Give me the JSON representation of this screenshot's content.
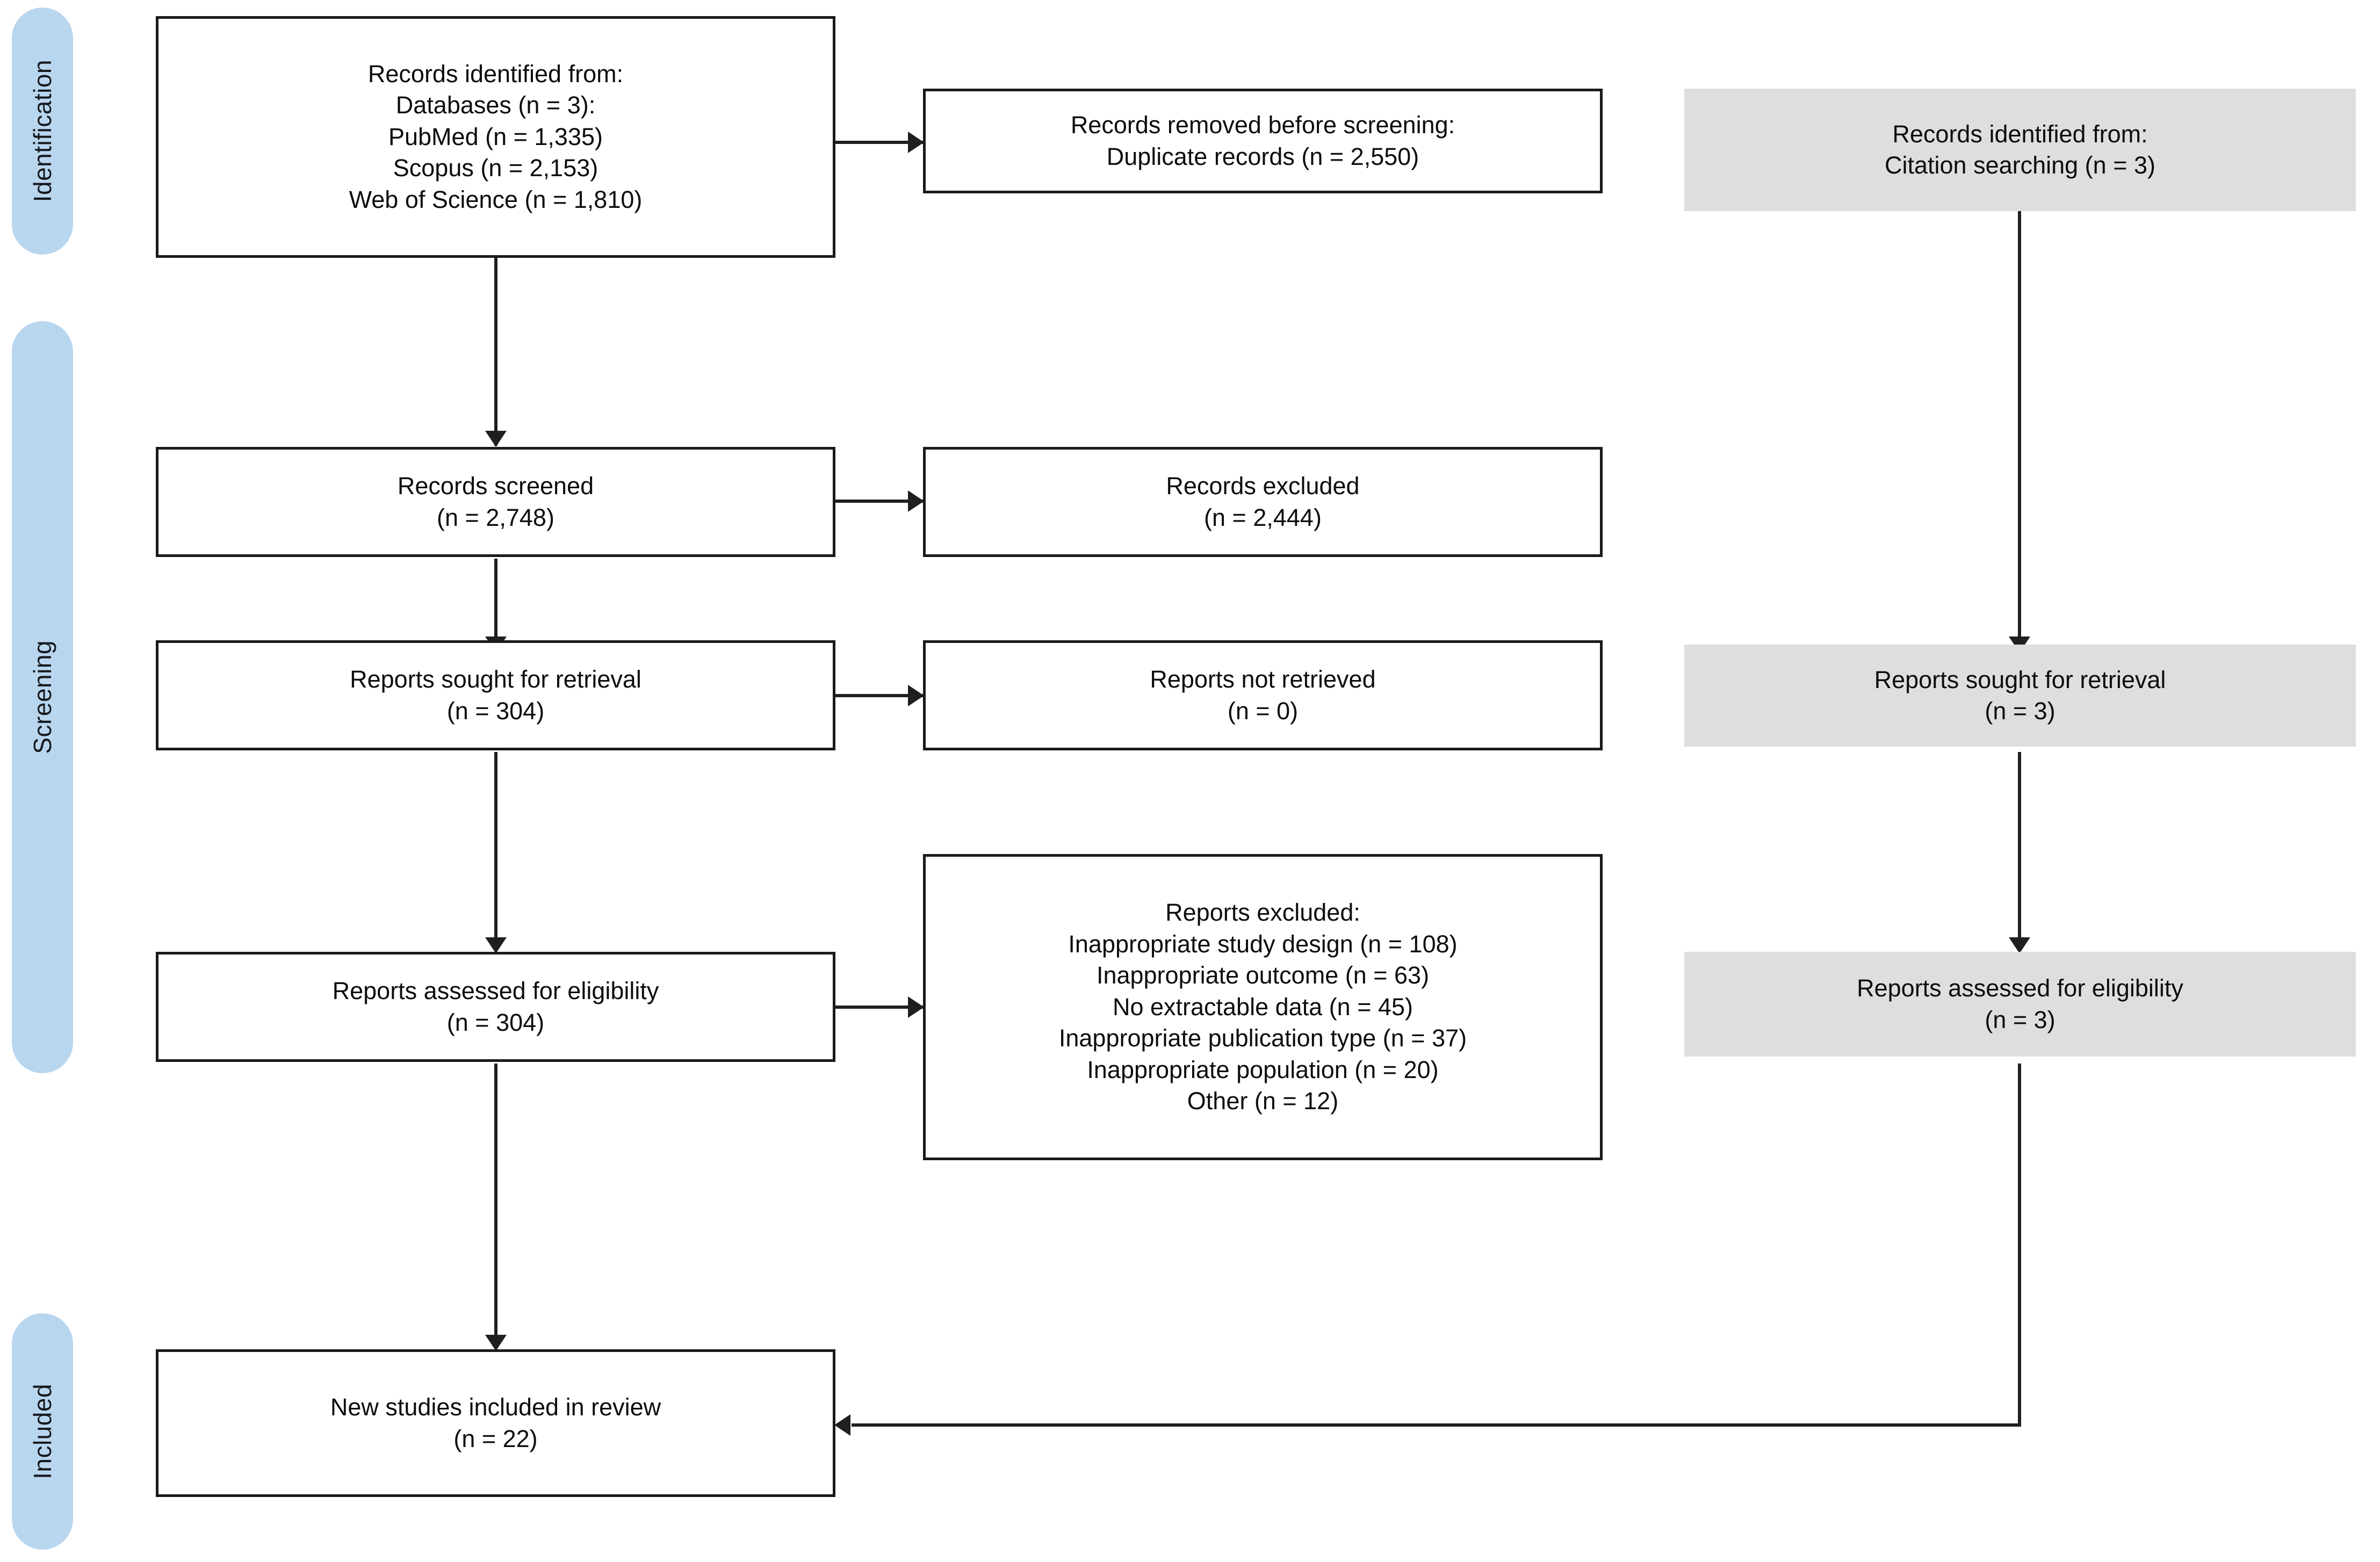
{
  "diagram": {
    "type": "prisma-flow-diagram",
    "accent_color": "#b9d6ef",
    "box_fill_color": "#ffffff",
    "gray_box_fill_color": "#dedede",
    "line_color": "#1f1f1f"
  },
  "phases": [
    {
      "id": "identification",
      "label": "Identification"
    },
    {
      "id": "screening",
      "label": "Screening"
    },
    {
      "id": "included",
      "label": "Included"
    }
  ],
  "boxes": {
    "records_identified": {
      "text": "Records identified from:\nDatabases (n = 3):\nPubMed (n = 1,335)\nScopus (n = 2,153)\nWeb of Science (n = 1,810)",
      "fill": "white"
    },
    "records_removed": {
      "text": "Records removed before screening:\nDuplicate records (n = 2,550)",
      "fill": "white"
    },
    "records_identified_citation": {
      "text": "Records identified from:\nCitation searching (n = 3)",
      "fill": "gray"
    },
    "records_screened": {
      "text": "Records screened\n(n = 2,748)",
      "fill": "white"
    },
    "records_excluded": {
      "text": "Records excluded\n(n = 2,444)",
      "fill": "white"
    },
    "reports_sought": {
      "text": "Reports sought for retrieval\n(n = 304)",
      "fill": "white"
    },
    "reports_not_retrieved": {
      "text": "Reports not retrieved\n(n = 0)",
      "fill": "white"
    },
    "reports_sought_citation": {
      "text": "Reports sought for retrieval\n(n = 3)",
      "fill": "gray"
    },
    "reports_assessed": {
      "text": "Reports assessed for eligibility\n(n = 304)",
      "fill": "white"
    },
    "reports_excluded": {
      "text": "Reports excluded:\nInappropriate study design (n = 108)\nInappropriate outcome (n = 63)\nNo extractable data (n = 45)\nInappropriate publication type (n = 37)\nInappropriate population (n = 20)\nOther (n = 12)",
      "fill": "white"
    },
    "reports_assessed_citation": {
      "text": "Reports assessed for eligibility\n(n = 3)",
      "fill": "gray"
    },
    "new_studies_included": {
      "text": "New studies included in review\n(n = 22)",
      "fill": "white"
    }
  },
  "chart_data": {
    "type": "diagram",
    "title": "PRISMA 2020 flow diagram",
    "nodes": [
      {
        "id": "records_identified",
        "phase": "Identification",
        "column": "left",
        "label": "Records identified from: Databases (n = 3)",
        "values": {
          "PubMed": 1335,
          "Scopus": 2153,
          "Web of Science": 1810,
          "Databases": 3
        }
      },
      {
        "id": "records_removed",
        "phase": "Identification",
        "column": "middle",
        "label": "Records removed before screening: Duplicate records",
        "values": {
          "Duplicate records": 2550
        }
      },
      {
        "id": "records_identified_citation",
        "phase": "Identification",
        "column": "right",
        "label": "Records identified from: Citation searching",
        "values": {
          "Citation searching": 3
        }
      },
      {
        "id": "records_screened",
        "phase": "Screening",
        "column": "left",
        "label": "Records screened",
        "values": {
          "n": 2748
        }
      },
      {
        "id": "records_excluded",
        "phase": "Screening",
        "column": "middle",
        "label": "Records excluded",
        "values": {
          "n": 2444
        }
      },
      {
        "id": "reports_sought",
        "phase": "Screening",
        "column": "left",
        "label": "Reports sought for retrieval",
        "values": {
          "n": 304
        }
      },
      {
        "id": "reports_not_retrieved",
        "phase": "Screening",
        "column": "middle",
        "label": "Reports not retrieved",
        "values": {
          "n": 0
        }
      },
      {
        "id": "reports_sought_citation",
        "phase": "Screening",
        "column": "right",
        "label": "Reports sought for retrieval",
        "values": {
          "n": 3
        }
      },
      {
        "id": "reports_assessed",
        "phase": "Screening",
        "column": "left",
        "label": "Reports assessed for eligibility",
        "values": {
          "n": 304
        }
      },
      {
        "id": "reports_excluded",
        "phase": "Screening",
        "column": "middle",
        "label": "Reports excluded",
        "values": {
          "Inappropriate study design": 108,
          "Inappropriate outcome": 63,
          "No extractable data": 45,
          "Inappropriate publication type": 37,
          "Inappropriate population": 20,
          "Other": 12
        }
      },
      {
        "id": "reports_assessed_citation",
        "phase": "Screening",
        "column": "right",
        "label": "Reports assessed for eligibility",
        "values": {
          "n": 3
        }
      },
      {
        "id": "new_studies_included",
        "phase": "Included",
        "column": "left",
        "label": "New studies included in review",
        "values": {
          "n": 22
        }
      }
    ],
    "edges": [
      {
        "from": "records_identified",
        "to": "records_removed",
        "direction": "right"
      },
      {
        "from": "records_identified",
        "to": "records_screened",
        "direction": "down"
      },
      {
        "from": "records_screened",
        "to": "records_excluded",
        "direction": "right"
      },
      {
        "from": "records_screened",
        "to": "reports_sought",
        "direction": "down"
      },
      {
        "from": "reports_sought",
        "to": "reports_not_retrieved",
        "direction": "right"
      },
      {
        "from": "reports_sought",
        "to": "reports_assessed",
        "direction": "down"
      },
      {
        "from": "reports_assessed",
        "to": "reports_excluded",
        "direction": "right"
      },
      {
        "from": "reports_assessed",
        "to": "new_studies_included",
        "direction": "down"
      },
      {
        "from": "records_identified_citation",
        "to": "reports_sought_citation",
        "direction": "down"
      },
      {
        "from": "reports_sought_citation",
        "to": "reports_assessed_citation",
        "direction": "down"
      },
      {
        "from": "reports_assessed_citation",
        "to": "new_studies_included",
        "direction": "left"
      }
    ]
  }
}
